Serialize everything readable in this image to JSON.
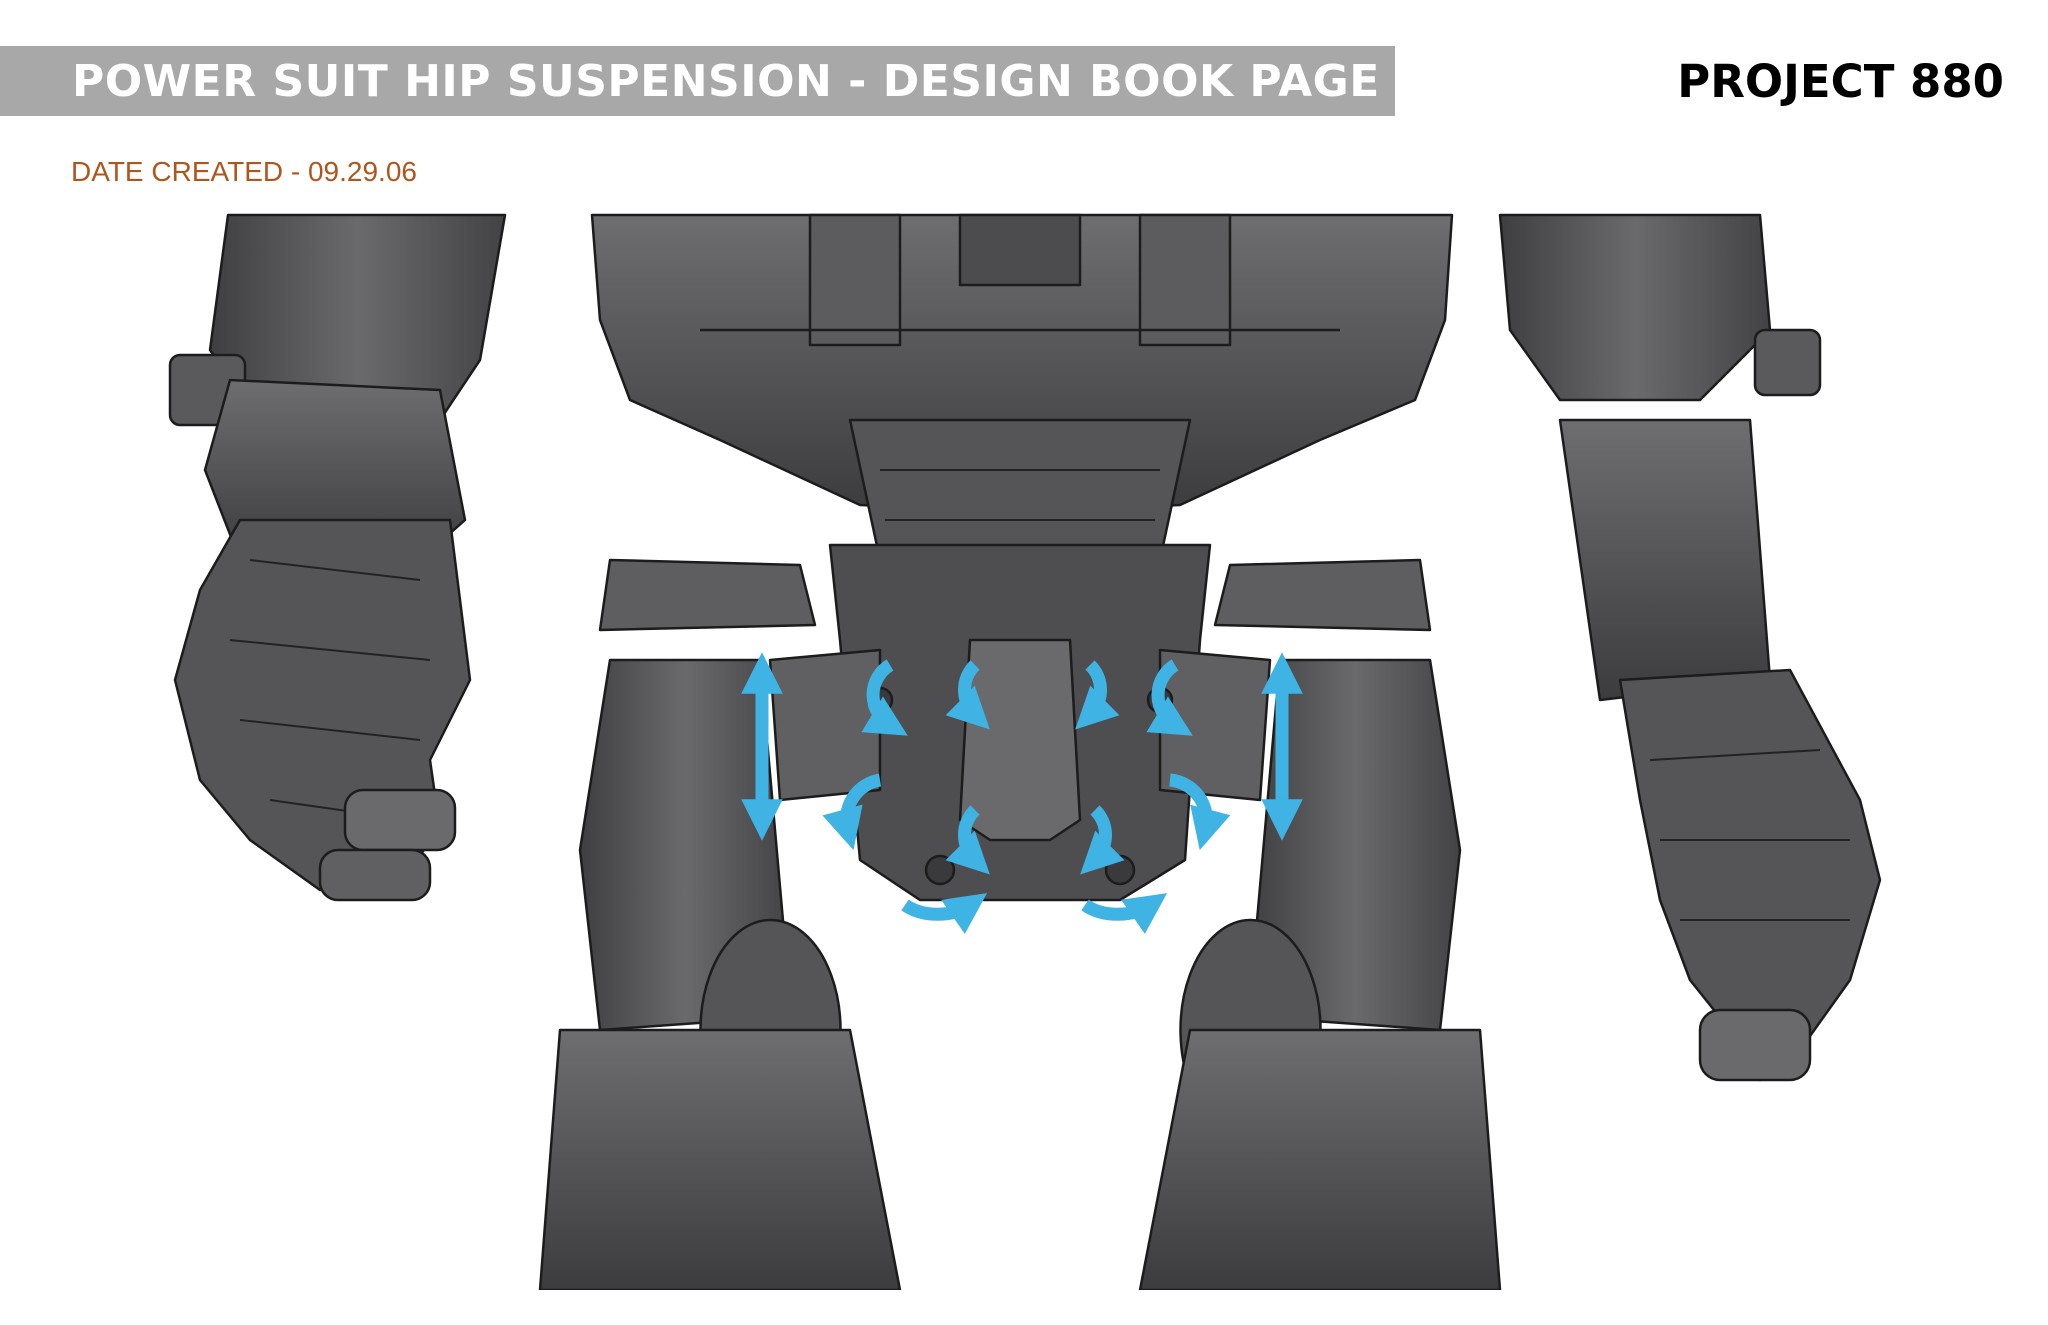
{
  "header": {
    "title": "POWER SUIT  HIP SUSPENSION - DESIGN BOOK PAGE No. 9.0",
    "project": "PROJECT 880",
    "date_created": "DATE CREATED - 09.29.06"
  },
  "colors": {
    "title_band": "#a8a8a8",
    "title_text": "#ffffff",
    "date_text": "#b0561c",
    "metal_dark": "#4a4a4c",
    "metal_mid": "#626264",
    "metal_light": "#8a8a8c",
    "outline": "#1c1c1c",
    "motion_arrow": "#3fb3e3"
  }
}
